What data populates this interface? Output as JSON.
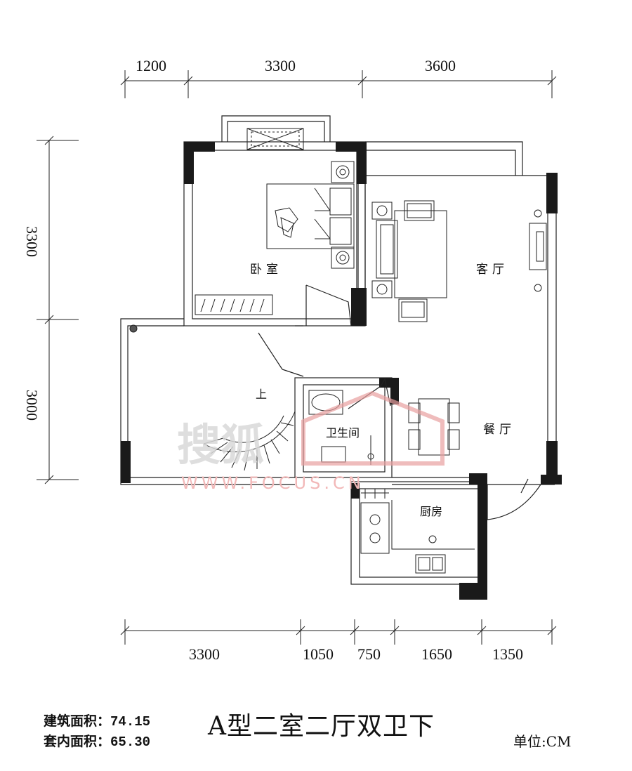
{
  "dimensions": {
    "top": [
      "1200",
      "3300",
      "3600"
    ],
    "left": [
      "3300",
      "3000"
    ],
    "bottom": [
      "3300",
      "1050",
      "750",
      "1650",
      "1350"
    ]
  },
  "rooms": {
    "bedroom": "卧室",
    "living": "客厅",
    "stairs": "上",
    "bathroom": "卫生间",
    "dining": "餐厅",
    "kitchen": "厨房"
  },
  "watermark": {
    "brand": "搜狐",
    "url": "WWW.FOCUS.CN"
  },
  "footer": {
    "built_area_label": "建筑面积：",
    "built_area_value": "74.15",
    "inner_area_label": "套内面积：",
    "inner_area_value": "65.30",
    "title": "A型二室二厅双卫下",
    "unit": "单位:CM"
  },
  "colors": {
    "wall": "#1a1a1a",
    "line": "#222222",
    "watermark_red": "#e8a0a0"
  }
}
